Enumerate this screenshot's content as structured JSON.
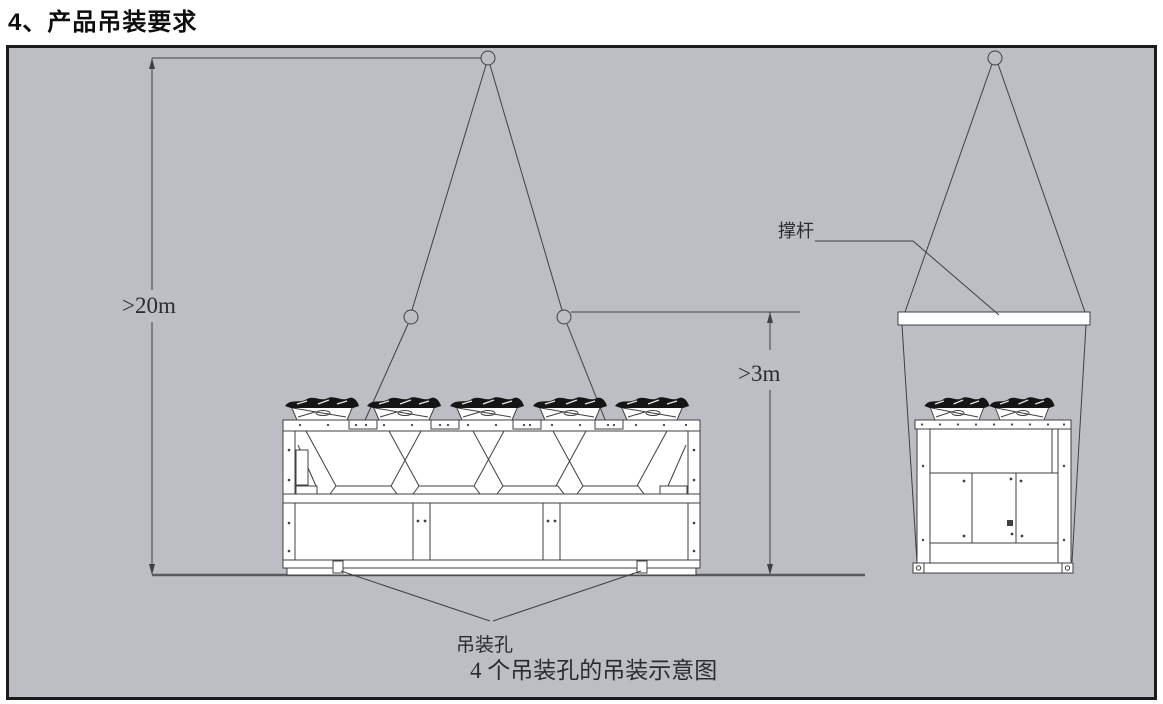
{
  "page": {
    "title": "4、产品吊装要求"
  },
  "figure": {
    "labels": {
      "hoist_height": ">20m",
      "sling_height": ">3m",
      "spreader_bar": "撑杆",
      "lifting_hole": "吊装孔"
    },
    "caption": "4 个吊装孔的吊装示意图",
    "views": {
      "front_fan_count": 5,
      "side_fan_count": 2,
      "lifting_hole_count": 4
    },
    "colors": {
      "panel_background": "#bcbec4",
      "panel_border": "#1b1b1d",
      "line": "#3f3f44",
      "unit_fill": "#ffffff",
      "fan_dark": "#151515",
      "ground": "#595a5e"
    }
  }
}
